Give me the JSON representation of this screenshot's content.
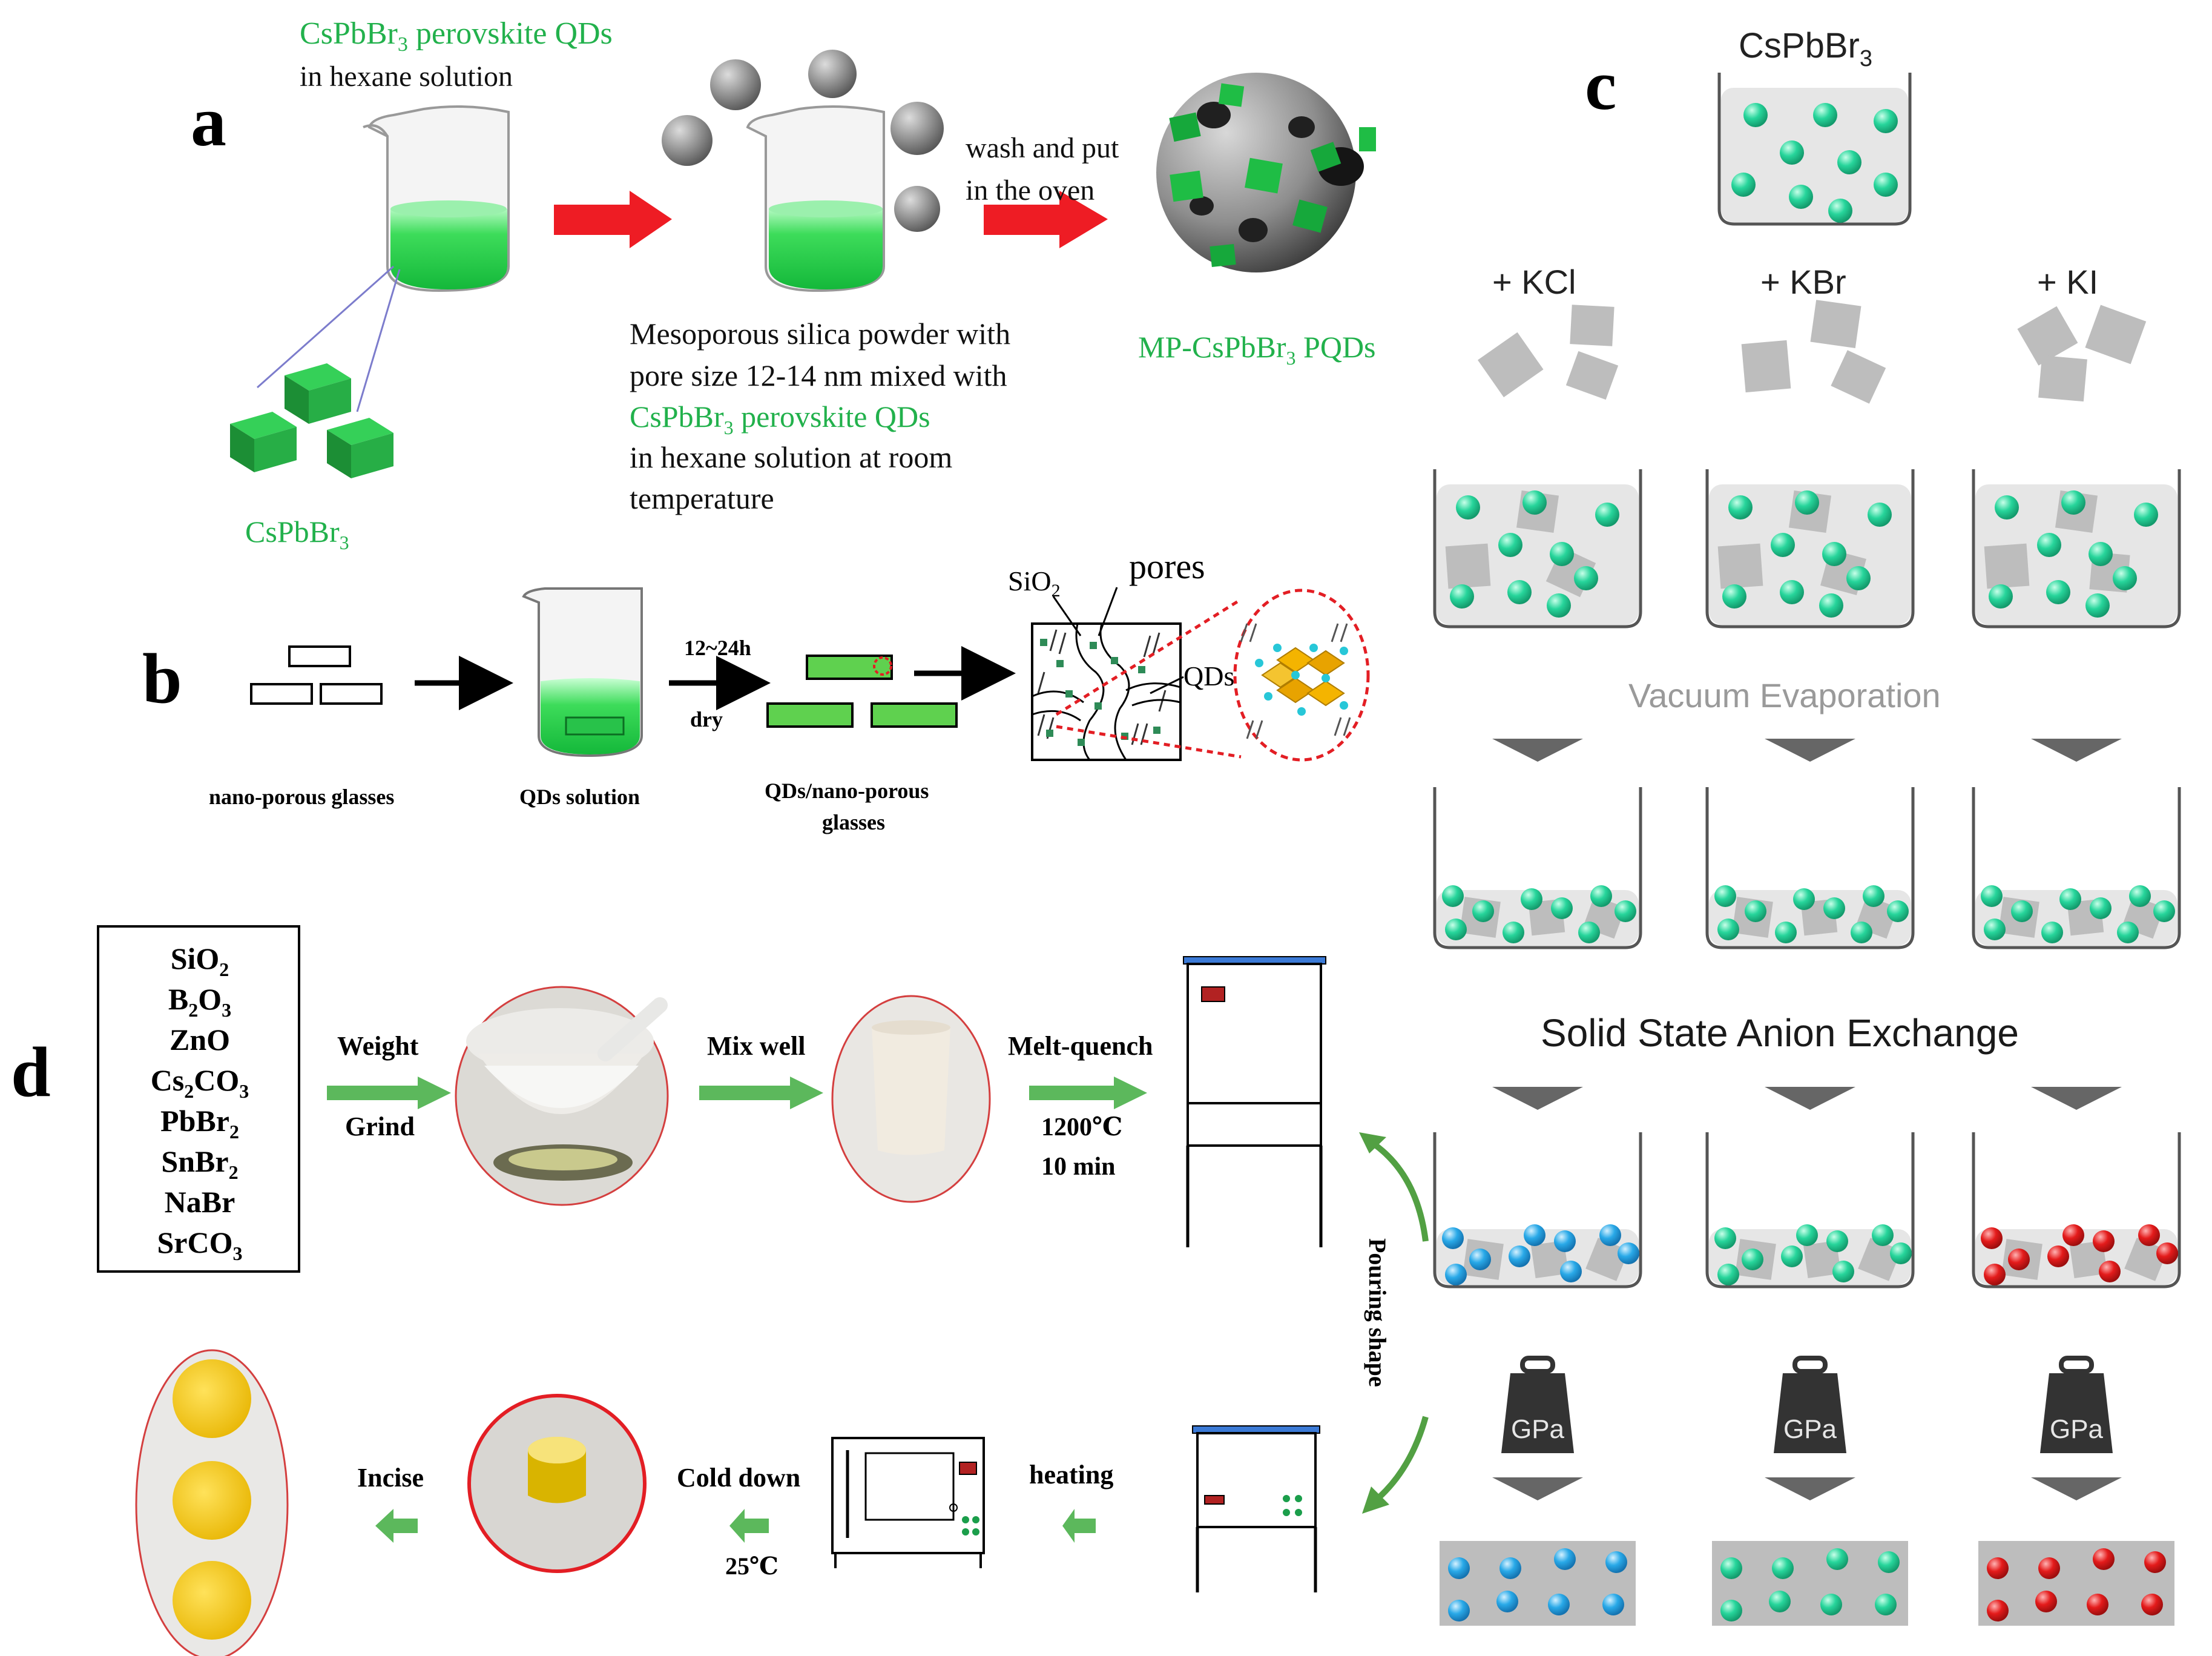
{
  "colors": {
    "green_text": "#22b14c",
    "green_liquid": "#3ddc5a",
    "cube_green": "#1f9e3a",
    "red_arrow": "#ee1c24",
    "green_arrow": "#5cb85c",
    "teal_dot": "#27d59b",
    "blue_dot": "#29a9e8",
    "red_dot": "#e41b1b",
    "gray_block": "#bdbdbd",
    "dark_weight": "#333333"
  },
  "panel_a": {
    "label": "a",
    "top_line1": "CsPbBr",
    "top_line1_sub": "3",
    "top_line1_tail": " perovskite  QDs",
    "top_line2": "in  hexane  solution",
    "cube_label": "CsPbBr",
    "cube_label_sub": "3",
    "arrow2_line1": "wash  and  put",
    "arrow2_line2": "in  the  oven",
    "product_label": "MP-CsPbBr",
    "product_label_sub": "3",
    "product_label_tail": "  PQDs",
    "desc_line1": "Mesoporous  silica  powder with",
    "desc_line2": " pore size  12-14 nm  mixed  with",
    "desc_line3": "CsPbBr",
    "desc_line3_sub": "3",
    "desc_line3_tail": " perovskite  QDs",
    "desc_line4": "in  hexane  solution  at room",
    "desc_line5": "temperature"
  },
  "panel_b": {
    "label": "b",
    "step1": "nano-porous glasses",
    "step2": "QDs solution",
    "step3_line1": "QDs/nano-porous",
    "step3_line2": "glasses",
    "arrow_top": "12~24h",
    "arrow_bottom": "dry",
    "sio2": "SiO",
    "sio2_sub": "2",
    "pores": "pores",
    "qds": "QDs"
  },
  "panel_c": {
    "label": "c",
    "title": "CsPbBr",
    "title_sub": "3",
    "salts": [
      "+ KCl",
      "+ KBr",
      "+ KI"
    ],
    "stage1": "Vacuum Evaporation",
    "stage2": "Solid State Anion Exchange",
    "weight_label": "GPa"
  },
  "panel_d": {
    "label": "d",
    "ingredients": [
      {
        "base": "SiO",
        "sub": "2",
        "tail": ""
      },
      {
        "base": "B",
        "sub": "2",
        "tail": "O",
        "sub2": "3"
      },
      {
        "base": "ZnO",
        "sub": "",
        "tail": ""
      },
      {
        "base": "Cs",
        "sub": "2",
        "tail": "CO",
        "sub2": "3"
      },
      {
        "base": "PbBr",
        "sub": "2",
        "tail": ""
      },
      {
        "base": "SnBr",
        "sub": "2",
        "tail": ""
      },
      {
        "base": "NaBr",
        "sub": "",
        "tail": ""
      },
      {
        "base": "SrCO",
        "sub": "3",
        "tail": ""
      }
    ],
    "arrow1_top": "Weight",
    "arrow1_bottom": "Grind",
    "arrow2_top": "Mix well",
    "arrow3_top": "Melt-quench",
    "arrow3_bottom1": "1200℃",
    "arrow3_bottom2": "10 min",
    "pouring": "Pouring shape",
    "heating": "heating",
    "cold_down": "Cold down",
    "cold_temp": "25℃",
    "incise": "Incise"
  }
}
